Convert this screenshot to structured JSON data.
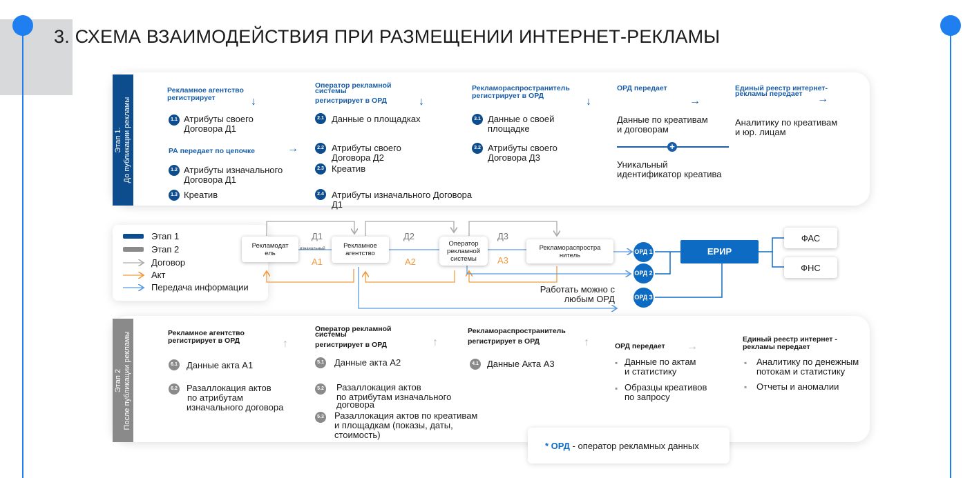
{
  "title": "3. СХЕМА ВЗАИМОДЕЙСТВИЯ ПРИ РАЗМЕЩЕНИИ ИНТЕРНЕТ-РЕКЛАМЫ",
  "colors": {
    "accent": "#1f7ff0",
    "stage1": "#0d4d8e",
    "stage2": "#8a8a8a",
    "contract": "#aaaaaa",
    "act": "#f09a3e",
    "info": "#5b9be0"
  },
  "stage1": {
    "tab": [
      "Этап 1.",
      "До публикации рекламы"
    ],
    "col1": {
      "heading": [
        "Рекламное агентство",
        "регистрирует"
      ],
      "items": [
        {
          "badge": "1.1",
          "text": [
            "Атрибуты своего",
            "Договора Д1"
          ]
        },
        {
          "badge": "1.2",
          "text": [
            "Атрибуты изначального",
            "Договора Д1"
          ]
        },
        {
          "badge": "1.3",
          "text": [
            "Креатив"
          ]
        }
      ],
      "subheading": "РА передает по цепочке"
    },
    "col2": {
      "heading": [
        "Оператор рекламной",
        "системы",
        "регистрирует в ОРД"
      ],
      "items": [
        {
          "badge": "2.1",
          "text": [
            "Данные о площадках"
          ]
        },
        {
          "badge": "2.2",
          "text": [
            "Атрибуты своего",
            "Договора Д2"
          ]
        },
        {
          "badge": "2.3",
          "text": [
            "Креатив"
          ]
        },
        {
          "badge": "2.4",
          "text": [
            "Атрибуты изначального Договора",
            "Д1"
          ]
        }
      ]
    },
    "col3": {
      "heading": [
        "Рекламораспространитель",
        "регистрирует в ОРД"
      ],
      "items": [
        {
          "badge": "3.1",
          "text": [
            "Данные о своей",
            "площадке"
          ]
        },
        {
          "badge": "3.2",
          "text": [
            "Атрибуты своего",
            "Договора Д3"
          ]
        }
      ]
    },
    "col4": {
      "heading": "ОРД передает",
      "text": [
        "Данные по креативам",
        "и договорам"
      ],
      "text2": [
        "Уникальный",
        "идентификатор креатива"
      ]
    },
    "col5": {
      "heading": [
        "Единый реестр интернет-",
        "рекламы передает"
      ],
      "text": [
        "Аналитику по креативам",
        "и юр. лицам"
      ]
    }
  },
  "legend": [
    "Этап 1",
    "Этап 2",
    "Договор",
    "Акт",
    "Передача информации"
  ],
  "flow": {
    "nodes": [
      [
        "Рекламодат",
        "ель"
      ],
      [
        "Рекламное",
        "агентство"
      ],
      [
        "Оператор",
        "рекламной",
        "системы"
      ],
      [
        "Рекламораспростра",
        "нитель"
      ]
    ],
    "initial": "изначальный",
    "contracts": [
      "Д1",
      "Д2",
      "Д3"
    ],
    "acts": [
      "А1",
      "А2",
      "А3"
    ],
    "ords": [
      "ОРД 1",
      "ОРД 2",
      "ОРД 3"
    ],
    "erir": "ЕРИР",
    "fas": "ФАС",
    "fns": "ФНС",
    "note": [
      "Работать можно с",
      "любым ОРД"
    ]
  },
  "stage2": {
    "tab": [
      "Этап 2",
      "После публикации рекламы"
    ],
    "col1": {
      "heading": [
        "Рекламное агентство",
        "регистрирует в ОРД"
      ],
      "items": [
        {
          "badge": "6.1",
          "text": [
            "Данные акта А1"
          ]
        },
        {
          "badge": "6.2",
          "text": [
            "Разаллокация актов",
            "по атрибутам",
            "изначального договора"
          ]
        }
      ]
    },
    "col2": {
      "heading": [
        "Оператор рекламной",
        "системы",
        "регистрирует в ОРД"
      ],
      "items": [
        {
          "badge": "5.1",
          "text": [
            "Данные акта А2"
          ]
        },
        {
          "badge": "5.2",
          "text": [
            "Разаллокация актов",
            "по атрибутам изначального",
            "договора"
          ]
        },
        {
          "badge": "5.3",
          "text": [
            "Разаллокация актов по креативам",
            "и площадкам (показы, даты,",
            "стоимость)"
          ]
        }
      ]
    },
    "col3": {
      "heading": [
        "Рекламораспространитель",
        "регистрирует в ОРД"
      ],
      "items": [
        {
          "badge": "4.1",
          "text": [
            "Данные Акта А3"
          ]
        }
      ]
    },
    "col4": {
      "heading": "ОРД передает",
      "bullets": [
        [
          "Данные по актам",
          "и статистику"
        ],
        [
          "Образцы креативов",
          "по запросу"
        ]
      ]
    },
    "col5": {
      "heading": [
        "Единый реестр интернет -",
        "рекламы передает"
      ],
      "bullets": [
        [
          "Аналитику по денежным",
          "потокам и статистику"
        ],
        [
          "Отчеты и аномалии"
        ]
      ]
    }
  },
  "footnote": {
    "bold": "* ОРД",
    "rest": " - оператор рекламных данных"
  }
}
